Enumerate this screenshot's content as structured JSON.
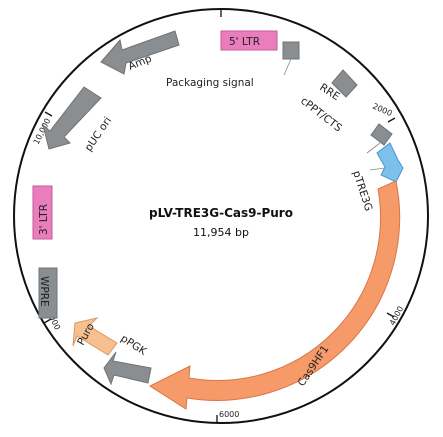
{
  "title": "pLV-TRE3G-Cas9-Puro",
  "size_label": "11,954 bp",
  "colors": {
    "gray": "#8b8e90",
    "gray_dark": "#707376",
    "pink": "#ea7dbd",
    "pink_dark": "#c85a99",
    "blue": "#7cc0ec",
    "blue_dark": "#4a97cc",
    "orange": "#f59a68",
    "orange_dark": "#d9764a",
    "peach": "#f7c08e",
    "peach_dark": "#d99a63"
  },
  "features": {
    "ltr5": "5' LTR",
    "packaging": "Packaging signal",
    "rre": "RRE",
    "cppt": "cPPT/CTS",
    "ptre3g": "pTRE3G",
    "cas9": "Cas9HF1",
    "ppgk": "pPGK",
    "puro": "Puro",
    "wpre": "WPRE",
    "ltr3": "3' LTR",
    "puc": "pUC ori",
    "amp": "Amp"
  },
  "ticks": {
    "t2000": "2000",
    "t4000": "4000",
    "t6000": "6000",
    "t8000": "8000",
    "t10000": "10,000"
  }
}
